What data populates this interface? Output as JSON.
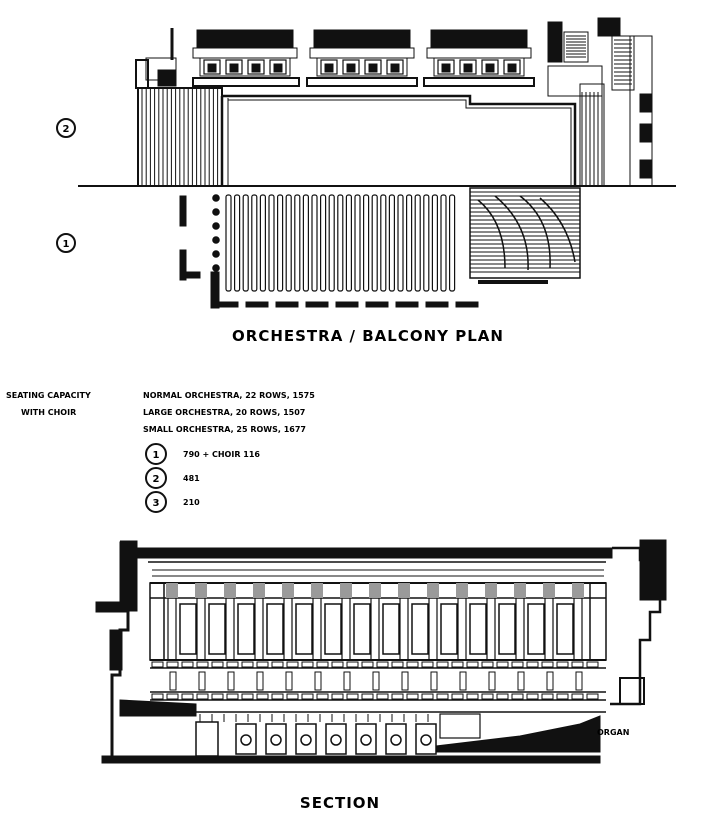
{
  "plan": {
    "title": "ORCHESTRA / BALCONY PLAN",
    "level_markers": [
      "2",
      "1"
    ]
  },
  "seating": {
    "heading_line1": "SEATING CAPACITY",
    "heading_line2": "WITH CHOIR",
    "rows": [
      "NORMAL ORCHESTRA, 22 ROWS, 1575",
      "LARGE ORCHESTRA, 20 ROWS, 1507",
      "SMALL ORCHESTRA, 25 ROWS, 1677"
    ],
    "levels": [
      {
        "marker": "1",
        "text": "790 + CHOIR 116"
      },
      {
        "marker": "2",
        "text": "481"
      },
      {
        "marker": "3",
        "text": "210"
      }
    ]
  },
  "section": {
    "title": "SECTION",
    "organ_label": "ORGAN"
  }
}
